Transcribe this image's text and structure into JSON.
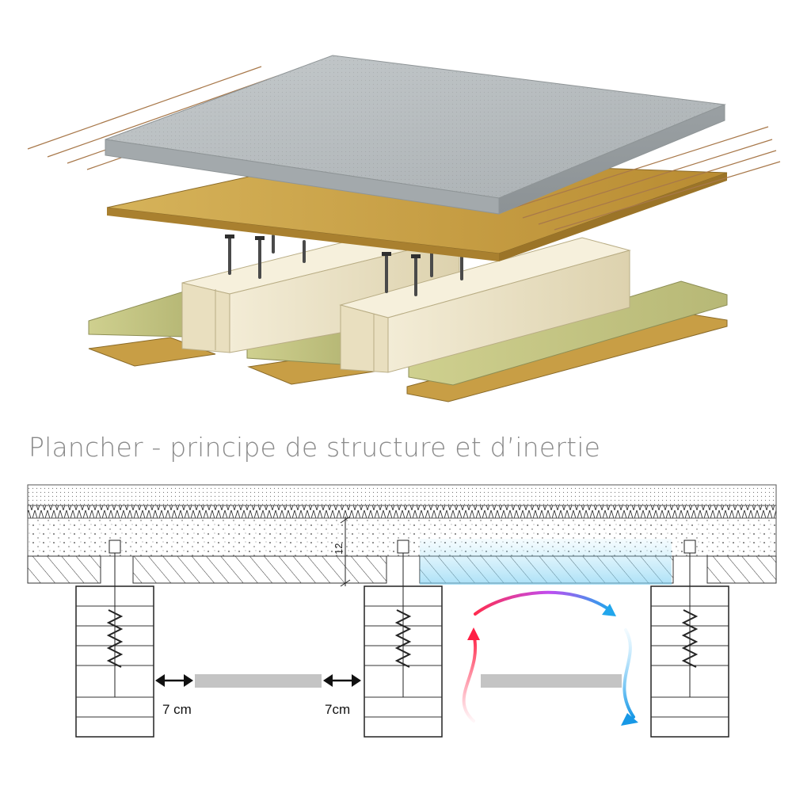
{
  "title": "Plancher - principe de structure et d’inertie",
  "section": {
    "gap_left_label": "7 cm",
    "gap_right_label": "7cm",
    "thickness_label": "12"
  },
  "colors": {
    "concrete": "#b8bdc0",
    "osb": "#c9a24a",
    "insulation": "#c8c98a",
    "timber": "#efe8cf",
    "warm_air": "#ff3355",
    "cool_air": "#2aa8e8"
  }
}
